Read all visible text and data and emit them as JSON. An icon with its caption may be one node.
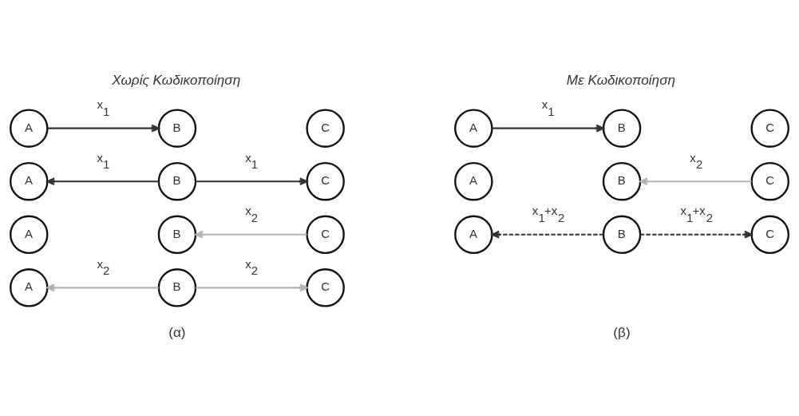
{
  "diagram": {
    "nodes": [
      {
        "text": [
          "A"
        ]
      },
      {
        "text": [
          "B"
        ]
      },
      {
        "text": [
          "C"
        ]
      },
      {
        "text": [
          "A"
        ]
      },
      {
        "text": [
          "B"
        ]
      },
      {
        "text": [
          "C"
        ]
      },
      {
        "text": [
          "A"
        ]
      },
      {
        "text": [
          "B"
        ]
      },
      {
        "text": [
          "C"
        ]
      },
      {
        "text": [
          "A"
        ]
      },
      {
        "text": [
          "B"
        ]
      },
      {
        "text": [
          "C"
        ]
      },
      {
        "text": [
          "A"
        ]
      },
      {
        "text": [
          "B"
        ]
      },
      {
        "text": [
          "C"
        ]
      },
      {
        "text": [
          "A"
        ]
      },
      {
        "text": [
          "B"
        ]
      },
      {
        "text": [
          "C"
        ]
      },
      {
        "text": [
          "A"
        ]
      },
      {
        "text": [
          "B"
        ]
      },
      {
        "text": [
          "C"
        ]
      }
    ],
    "edges": [
      {
        "from": 0,
        "to": 1,
        "arrow": "to",
        "label": "x$_{1}$"
      },
      {
        "from": 4,
        "to": 3,
        "arrow": "to",
        "label": "x$_{1}$"
      },
      {
        "from": 4,
        "to": 5,
        "arrow": "to",
        "label": "x$_{1}$"
      },
      {
        "from": 8,
        "to": 7,
        "arrow": "to",
        "label": "x$_{2}$",
        "color": "#b3b3b3"
      },
      {
        "from": 10,
        "to": 9,
        "arrow": "to",
        "label": "x$_{2}$",
        "color": "#b3b3b3"
      },
      {
        "from": 10,
        "to": 11,
        "arrow": "to",
        "label": "x$_{2}$",
        "color": "#b3b3b3"
      },
      {
        "from": 12,
        "to": 13,
        "arrow": "to",
        "label": "x$_{1}$"
      },
      {
        "from": 17,
        "to": 16,
        "arrow": "to",
        "label": "x$_{2}$",
        "color": "#b3b3b3"
      },
      {
        "from": 19,
        "to": 18,
        "arrow": "to",
        "label": "x$_{1}$+x$_{2}$",
        "style": "dashed"
      },
      {
        "from": 19,
        "to": 20,
        "arrow": "to",
        "label": "x$_{1}$+x$_{2}$",
        "style": "dashed"
      }
    ],
    "labels": [
      "Χωρίς Κωδικοποίηση",
      "Με Κωδικοποίηση",
      "(α)",
      "(β)"
    ]
  }
}
